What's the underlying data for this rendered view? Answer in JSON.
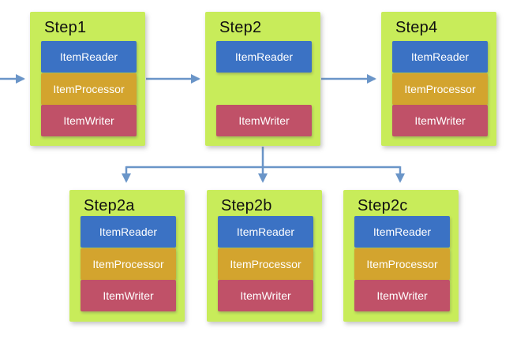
{
  "diagram": {
    "colors": {
      "step_bg": "#c8ec5a",
      "arrow": "#6a95c8",
      "title_text": "#111111",
      "component_text": "#ffffff"
    },
    "component_colors": {
      "ItemReader": "#3b72c4",
      "ItemProcessor": "#d3a42e",
      "ItemWriter": "#c05168"
    },
    "component_slots": {
      "ItemReader": 0,
      "ItemProcessor": 1,
      "ItemWriter": 2
    },
    "steps": [
      {
        "id": "step1",
        "label": "Step1",
        "row": "top",
        "components": [
          "ItemReader",
          "ItemProcessor",
          "ItemWriter"
        ]
      },
      {
        "id": "step2",
        "label": "Step2",
        "row": "top",
        "components": [
          "ItemReader",
          "ItemWriter"
        ]
      },
      {
        "id": "step4",
        "label": "Step4",
        "row": "top",
        "components": [
          "ItemReader",
          "ItemProcessor",
          "ItemWriter"
        ]
      },
      {
        "id": "step2a",
        "label": "Step2a",
        "row": "bottom",
        "components": [
          "ItemReader",
          "ItemProcessor",
          "ItemWriter"
        ]
      },
      {
        "id": "step2b",
        "label": "Step2b",
        "row": "bottom",
        "components": [
          "ItemReader",
          "ItemProcessor",
          "ItemWriter"
        ]
      },
      {
        "id": "step2c",
        "label": "Step2c",
        "row": "bottom",
        "components": [
          "ItemReader",
          "ItemProcessor",
          "ItemWriter"
        ]
      }
    ],
    "connections": [
      {
        "from": "start",
        "to": "step1"
      },
      {
        "from": "step1",
        "to": "step2"
      },
      {
        "from": "step2",
        "to": "step4"
      },
      {
        "from": "step2",
        "to": "step2a"
      },
      {
        "from": "step2",
        "to": "step2b"
      },
      {
        "from": "step2",
        "to": "step2c"
      }
    ]
  }
}
